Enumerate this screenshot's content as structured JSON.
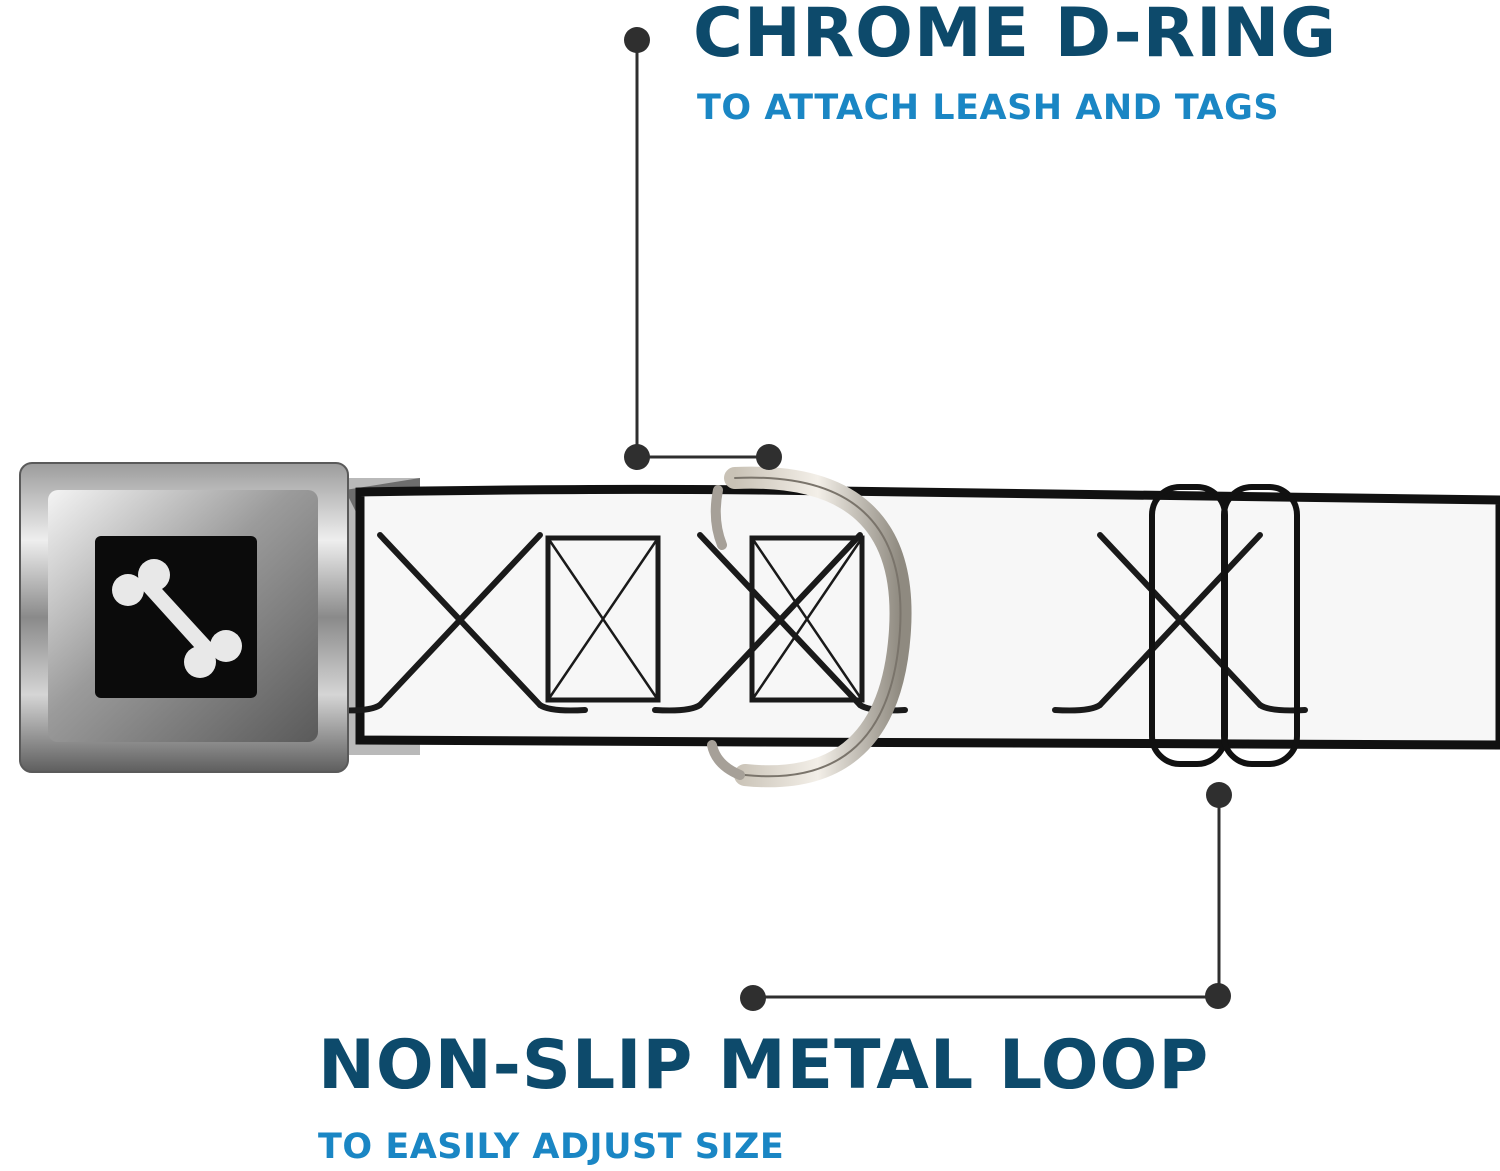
{
  "colors": {
    "title": "#0d4a6b",
    "subtitle": "#1a86c4",
    "leader_line": "#2f2f2f",
    "strap": "#f7f7f7",
    "strap_edge": "#111111"
  },
  "callouts": [
    {
      "title": "CHROME D-RING",
      "subtitle": "TO ATTACH LEASH AND TAGS"
    },
    {
      "title": "NON-SLIP METAL LOOP",
      "subtitle": "TO EASILY ADJUST SIZE"
    }
  ],
  "product": {
    "buckle_icon": "dog-bone-icon",
    "strap_pattern_icon": "crossed-hockey-sticks-icon"
  }
}
